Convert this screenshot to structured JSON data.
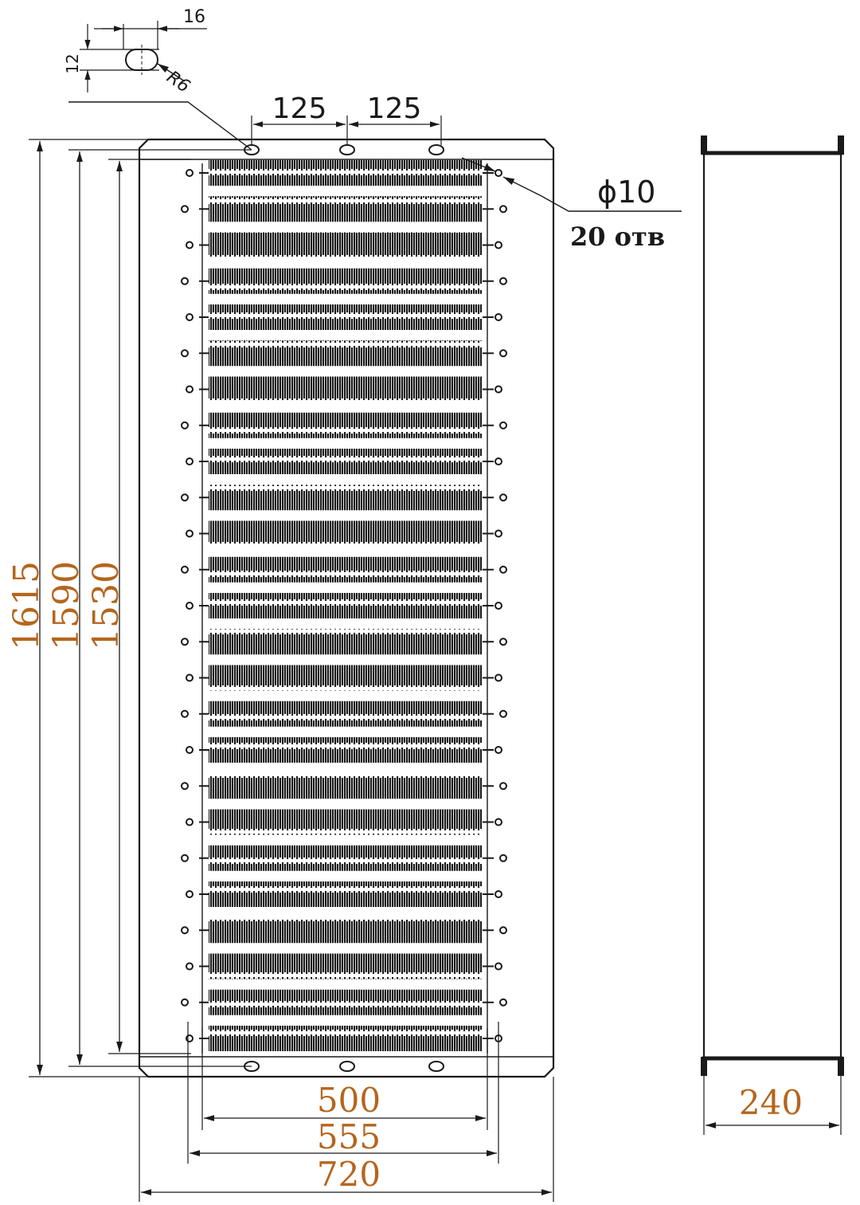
{
  "dimensions": {
    "slot_length": "16",
    "slot_width": "12",
    "slot_radius": "R6",
    "bolt_spacing_1": "125",
    "bolt_spacing_2": "125",
    "hole_diameter": "ϕ10",
    "hole_count": "20 отв",
    "height_overall": "1615",
    "height_mid": "1590",
    "height_inner": "1530",
    "width_heaters": "500",
    "width_holes": "555",
    "width_overall": "720",
    "depth_side": "240"
  },
  "colors": {
    "line": "#1a1a1a",
    "dimension_accent": "#b5651d",
    "background": "#ffffff"
  },
  "heater_rows": 25
}
